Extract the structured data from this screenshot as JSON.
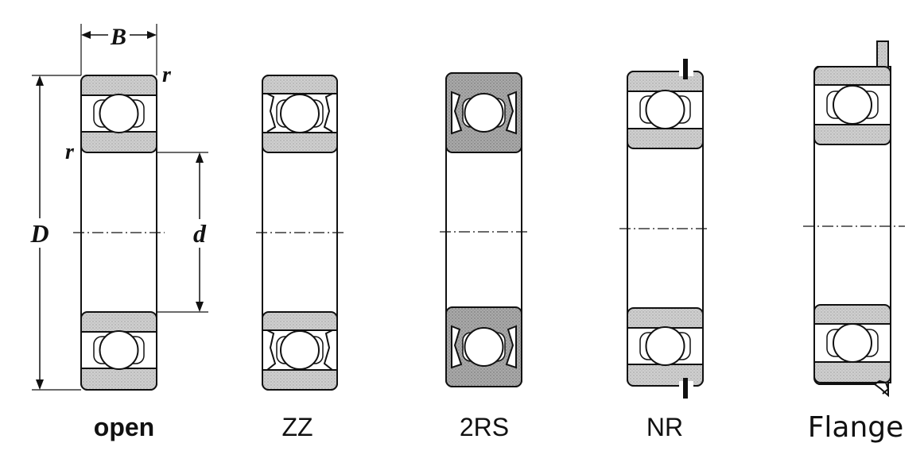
{
  "labels": {
    "open": "open",
    "zz": "ZZ",
    "rs2": "2RS",
    "nr": "NR",
    "flange": "Flange"
  },
  "dimensions": {
    "B": "B",
    "D": "D",
    "d": "d",
    "r_top": "r",
    "r_bottom": "r"
  },
  "colors": {
    "ring_fill": "#c9c9c9",
    "seal_fill": "#a9a9a9",
    "line": "#111111"
  }
}
